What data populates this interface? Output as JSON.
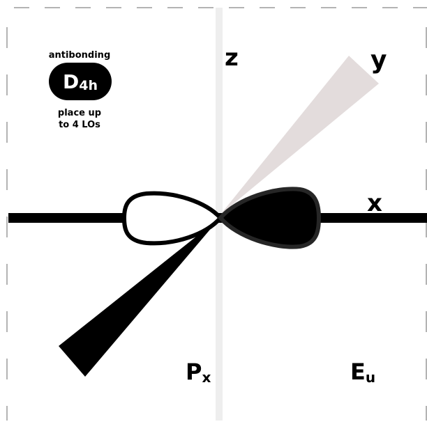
{
  "card": {
    "top_label": "antibonding",
    "group_badge": {
      "main": "D",
      "sub": "4h"
    },
    "caption_line1": "place up",
    "caption_line2": "to 4 LOs"
  },
  "axes": {
    "z": "z",
    "y": "y",
    "x": "x"
  },
  "orbital_label": {
    "main": "P",
    "sub": "x"
  },
  "symmetry_label": {
    "main": "E",
    "sub": "u"
  },
  "colors": {
    "ink": "#000000",
    "dashed_border": "#b3b3b3",
    "z_axis": "#eeeeee",
    "y_axis_wedge": "#e3dcdc",
    "lobe_fill_dark": "#000000",
    "lobe_fill_light": "#ffffff",
    "lobe_outline_dark": "#262626"
  }
}
